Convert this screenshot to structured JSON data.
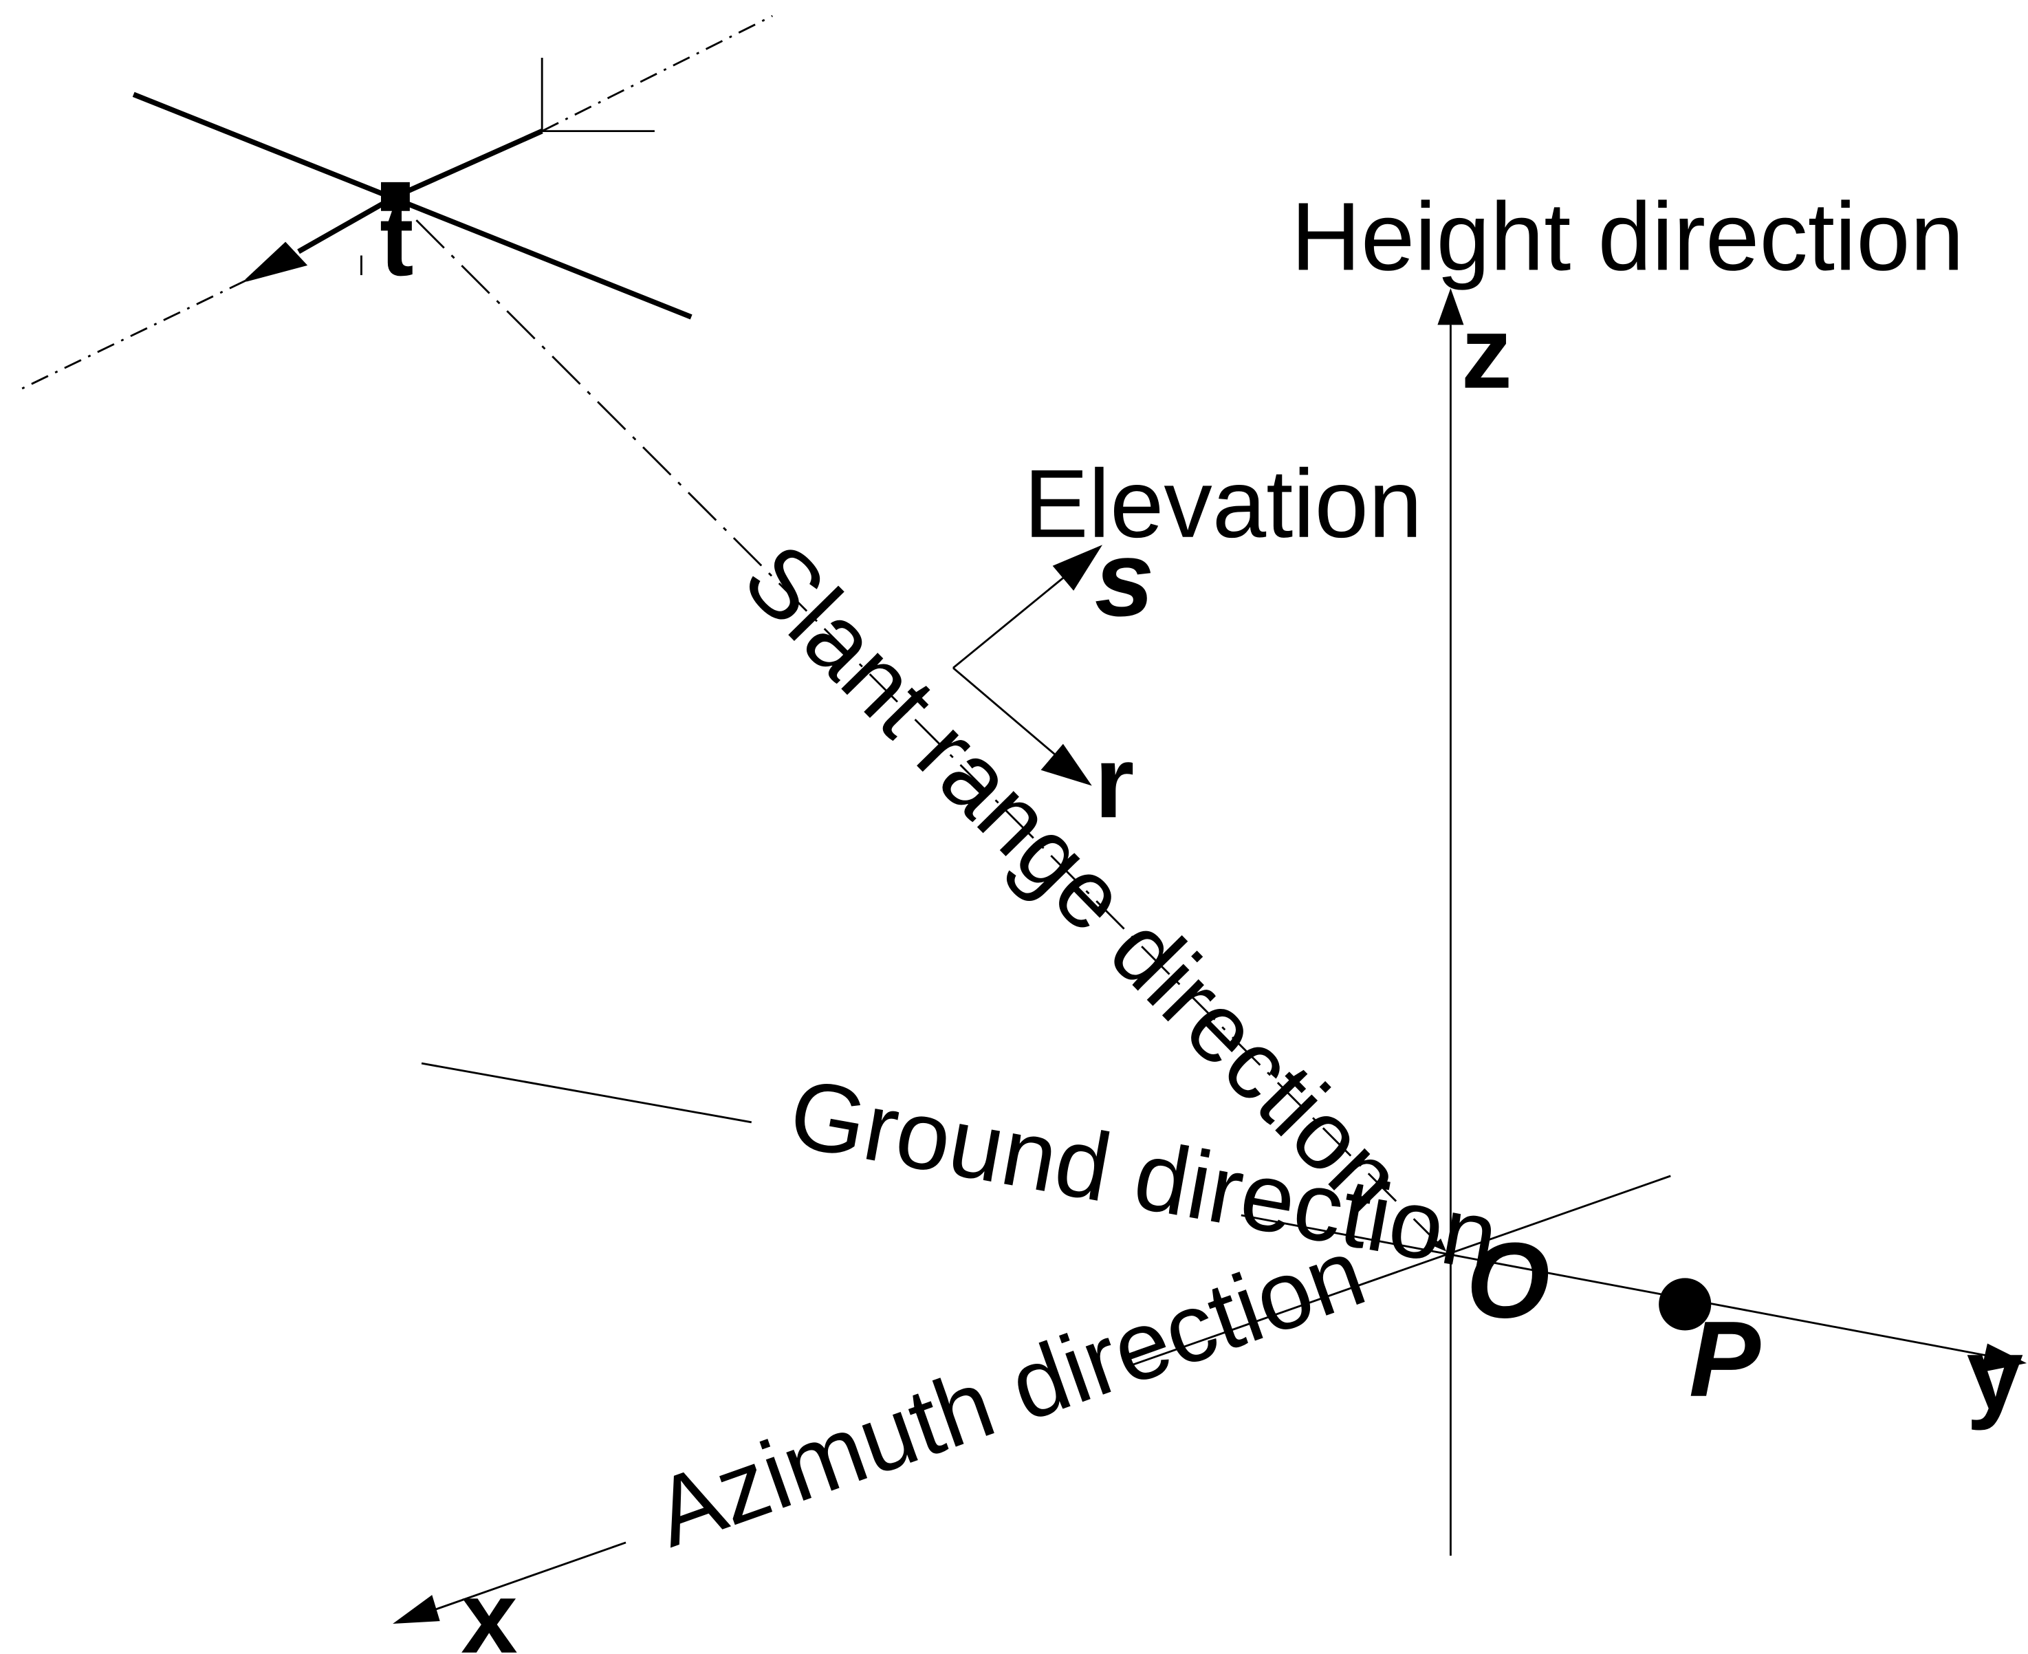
{
  "labels": {
    "height_direction": "Height direction",
    "z_axis": "z",
    "elevation": "Elevation",
    "s_axis": "s",
    "r_axis": "r",
    "slant_range": "Slant range direction",
    "ground_direction": "Ground direction",
    "azimuth_direction": "Azimuth  direction",
    "origin": "O",
    "point": "P",
    "y_axis": "y",
    "x_axis": "x",
    "platform": "t"
  },
  "colors": {
    "line": "#000000",
    "background": "#ffffff"
  }
}
